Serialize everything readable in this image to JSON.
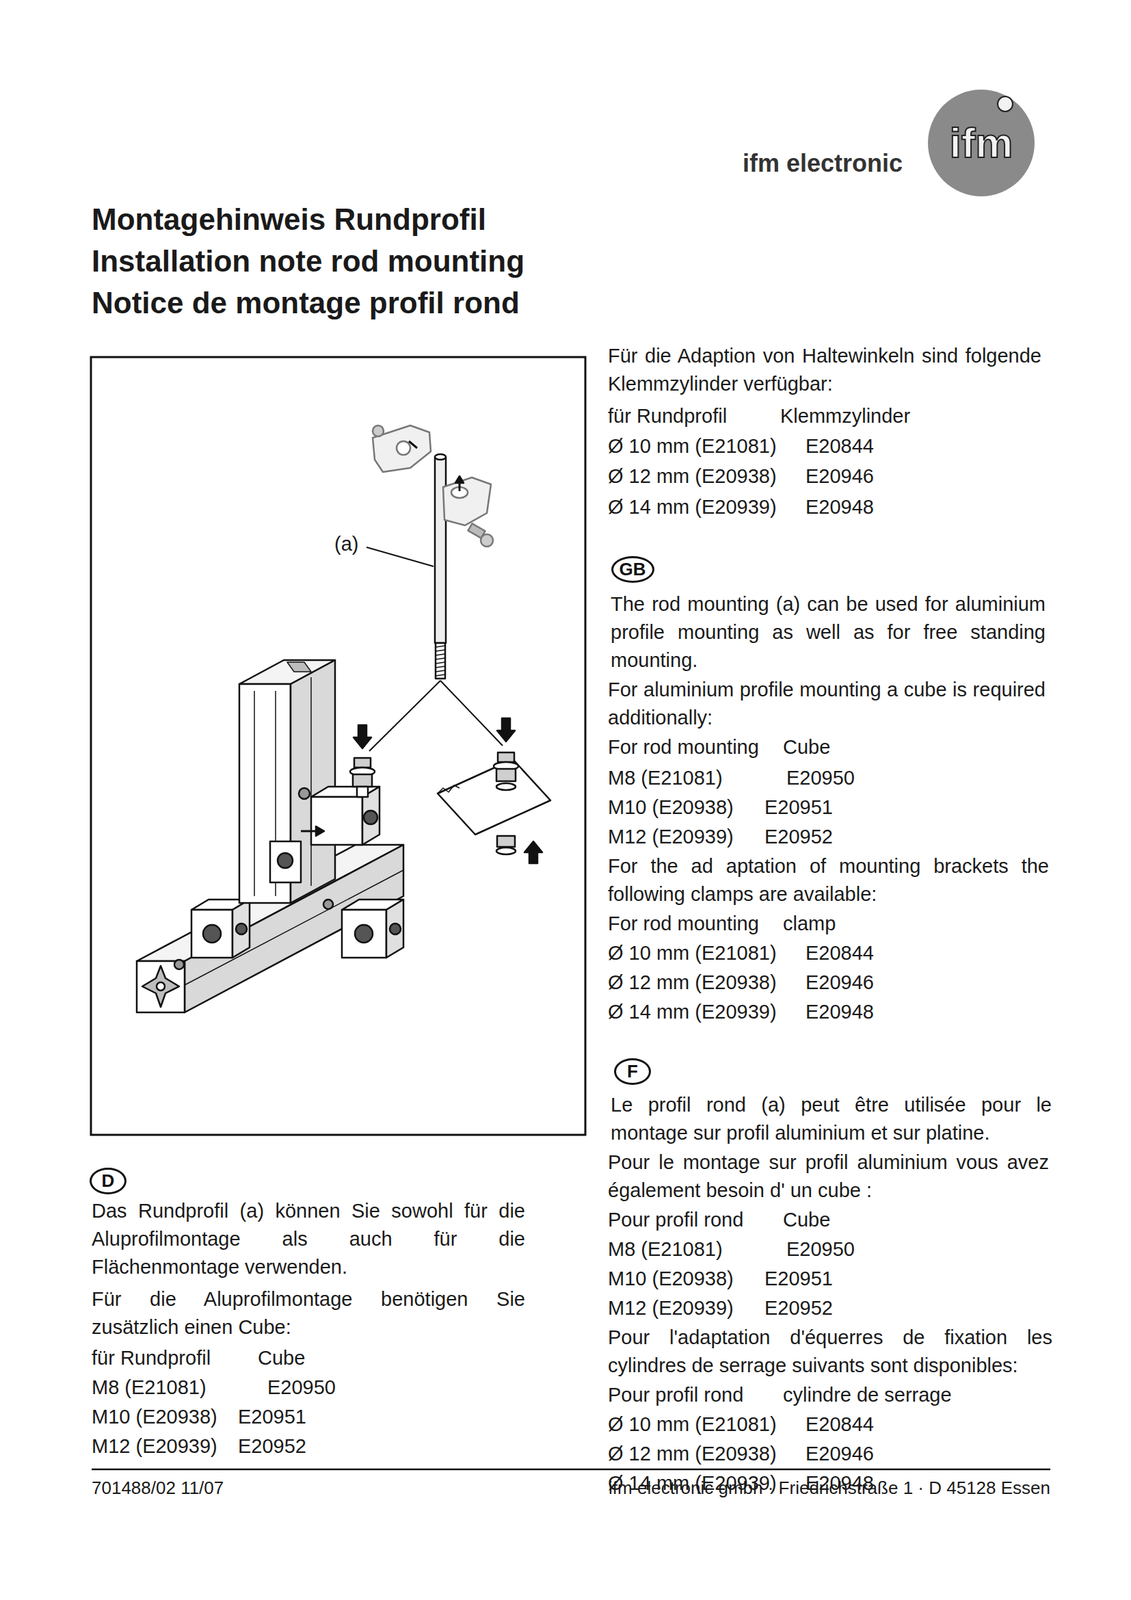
{
  "diagram": {
    "title": "Montagehinweis Rundprofil",
    "nodes": [
      {
        "text": [
          "D"
        ]
      },
      {
        "text": [
          "GB"
        ]
      },
      {
        "text": [
          "F"
        ]
      }
    ],
    "labels": [
      "ifm",
      "ifm electronic",
      "Installation note rod mounting",
      "Notice de montage profil rond",
      "(a)",
      "Für die Adaption von Haltewinkeln sind folgende Klemmzylinder verfügbar:",
      "für Rundprofil",
      "Klemmzylinder",
      "Ø 10 mm (E21081)",
      "E20844",
      "Ø 12 mm (E20938)",
      "E20946",
      "Ø 14 mm (E20939)",
      "E20948",
      "The rod mounting (a) can be used for aluminium profile mounting as well as for free standing mounting.",
      "For aluminium profile mounting a cube is required additionally:",
      "For rod mounting",
      "Cube",
      "M8 (E21081)",
      "E20950",
      "M10 (E20938)",
      "E20951",
      "M12 (E20939)",
      "E20952",
      "For the ad aptation of mounting brackets the following clamps are available:",
      "For rod mounting",
      "clamp",
      "Ø 10 mm (E21081)",
      "E20844",
      "Ø 12 mm (E20938)",
      "E20946",
      "Ø 14 mm (E20939)",
      "E20948",
      "Le profil rond (a) peut être utilisée pour le montage sur profil aluminium et sur platine.",
      "Pour le montage sur profil aluminium vous avez également besoin d' un cube :",
      "Pour profil rond",
      "Cube",
      "M8 (E21081)",
      "E20950",
      "M10 (E20938)",
      "E20951",
      "M12 (E20939)",
      "E20952",
      "Pour l'adaptation d'équerres de fixation les cylindres de serrage suivants sont disponibles:",
      "Pour profil rond",
      "cylindre de serrage",
      "Ø 10 mm (E21081)",
      "E20844",
      "Ø 12 mm (E20938)",
      "E20946",
      "Ø 14 mm (E20939)",
      "E20948",
      "Das Rundprofil (a) können Sie sowohl für die Aluprofilmontage als auch für die Flächenmontage verwenden.",
      "Für die Aluprofilmontage benötigen Sie zusätzlich einen Cube:",
      "für Rundprofil",
      "Cube",
      "M8 (E21081)",
      "E20950",
      "M10 (E20938)",
      "E20951",
      "M12 (E20939)",
      "E20952",
      "701488/02 11/07",
      "ifm electronic gmbh · Friedrichstraße 1 · D 45128 Essen"
    ]
  }
}
